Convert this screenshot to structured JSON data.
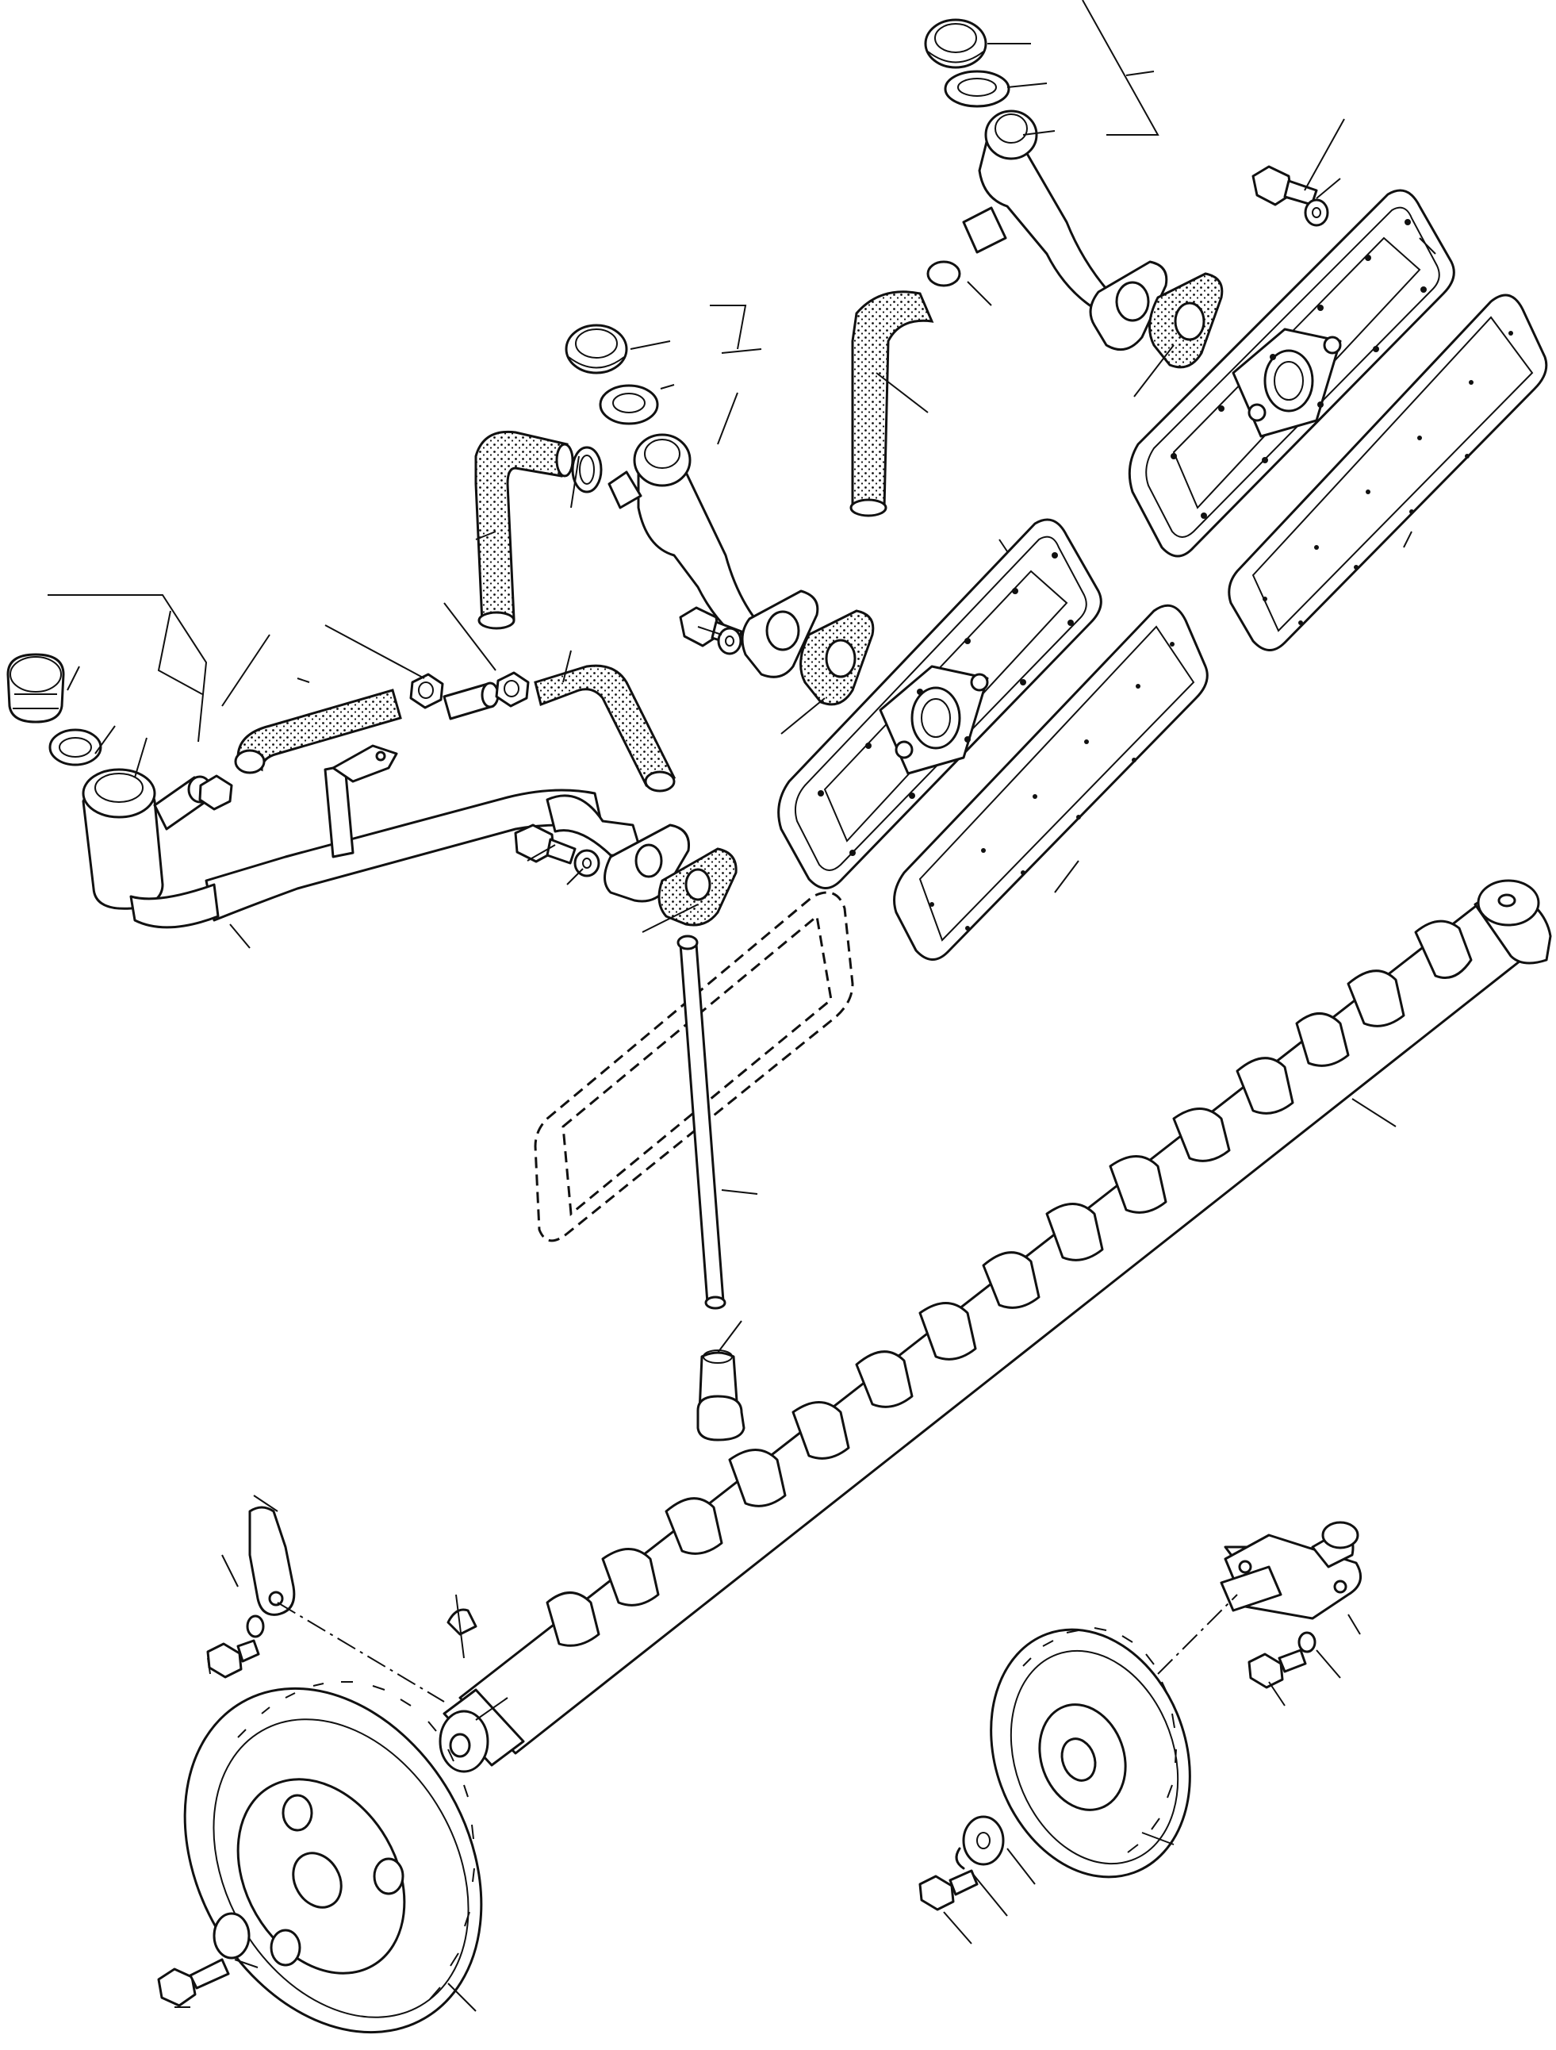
{
  "diagram": {
    "subject": "exploded-parts-diagram",
    "assemblies": [
      {
        "name": "rocker-oil-pipe-assembly"
      },
      {
        "name": "rocker-cover-front"
      },
      {
        "name": "rocker-cover-rear"
      },
      {
        "name": "push-rod-and-tappet"
      },
      {
        "name": "camshaft"
      },
      {
        "name": "camshaft-gear"
      },
      {
        "name": "idler-gear-and-shaft"
      }
    ],
    "colors": {
      "ink": "#111111",
      "paper": "#ffffff"
    }
  }
}
